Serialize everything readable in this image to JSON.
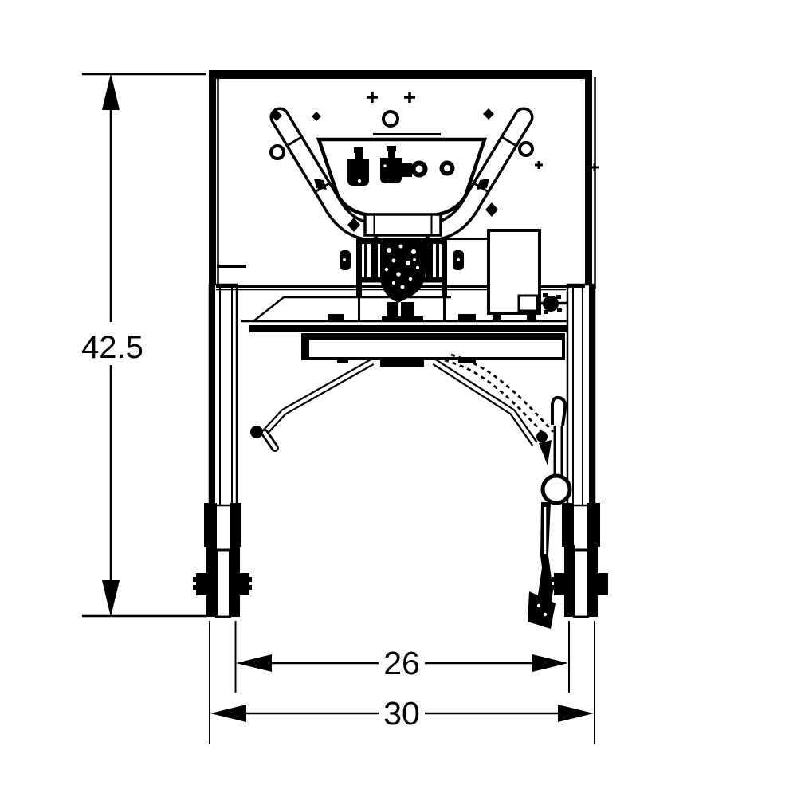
{
  "page": {
    "background_color": "#ffffff"
  },
  "drawing": {
    "kind": "technical-dimension-drawing",
    "line_color": "#000000",
    "dimensions": {
      "height": "42.5",
      "inner_width": "26",
      "overall_width": "30"
    }
  }
}
